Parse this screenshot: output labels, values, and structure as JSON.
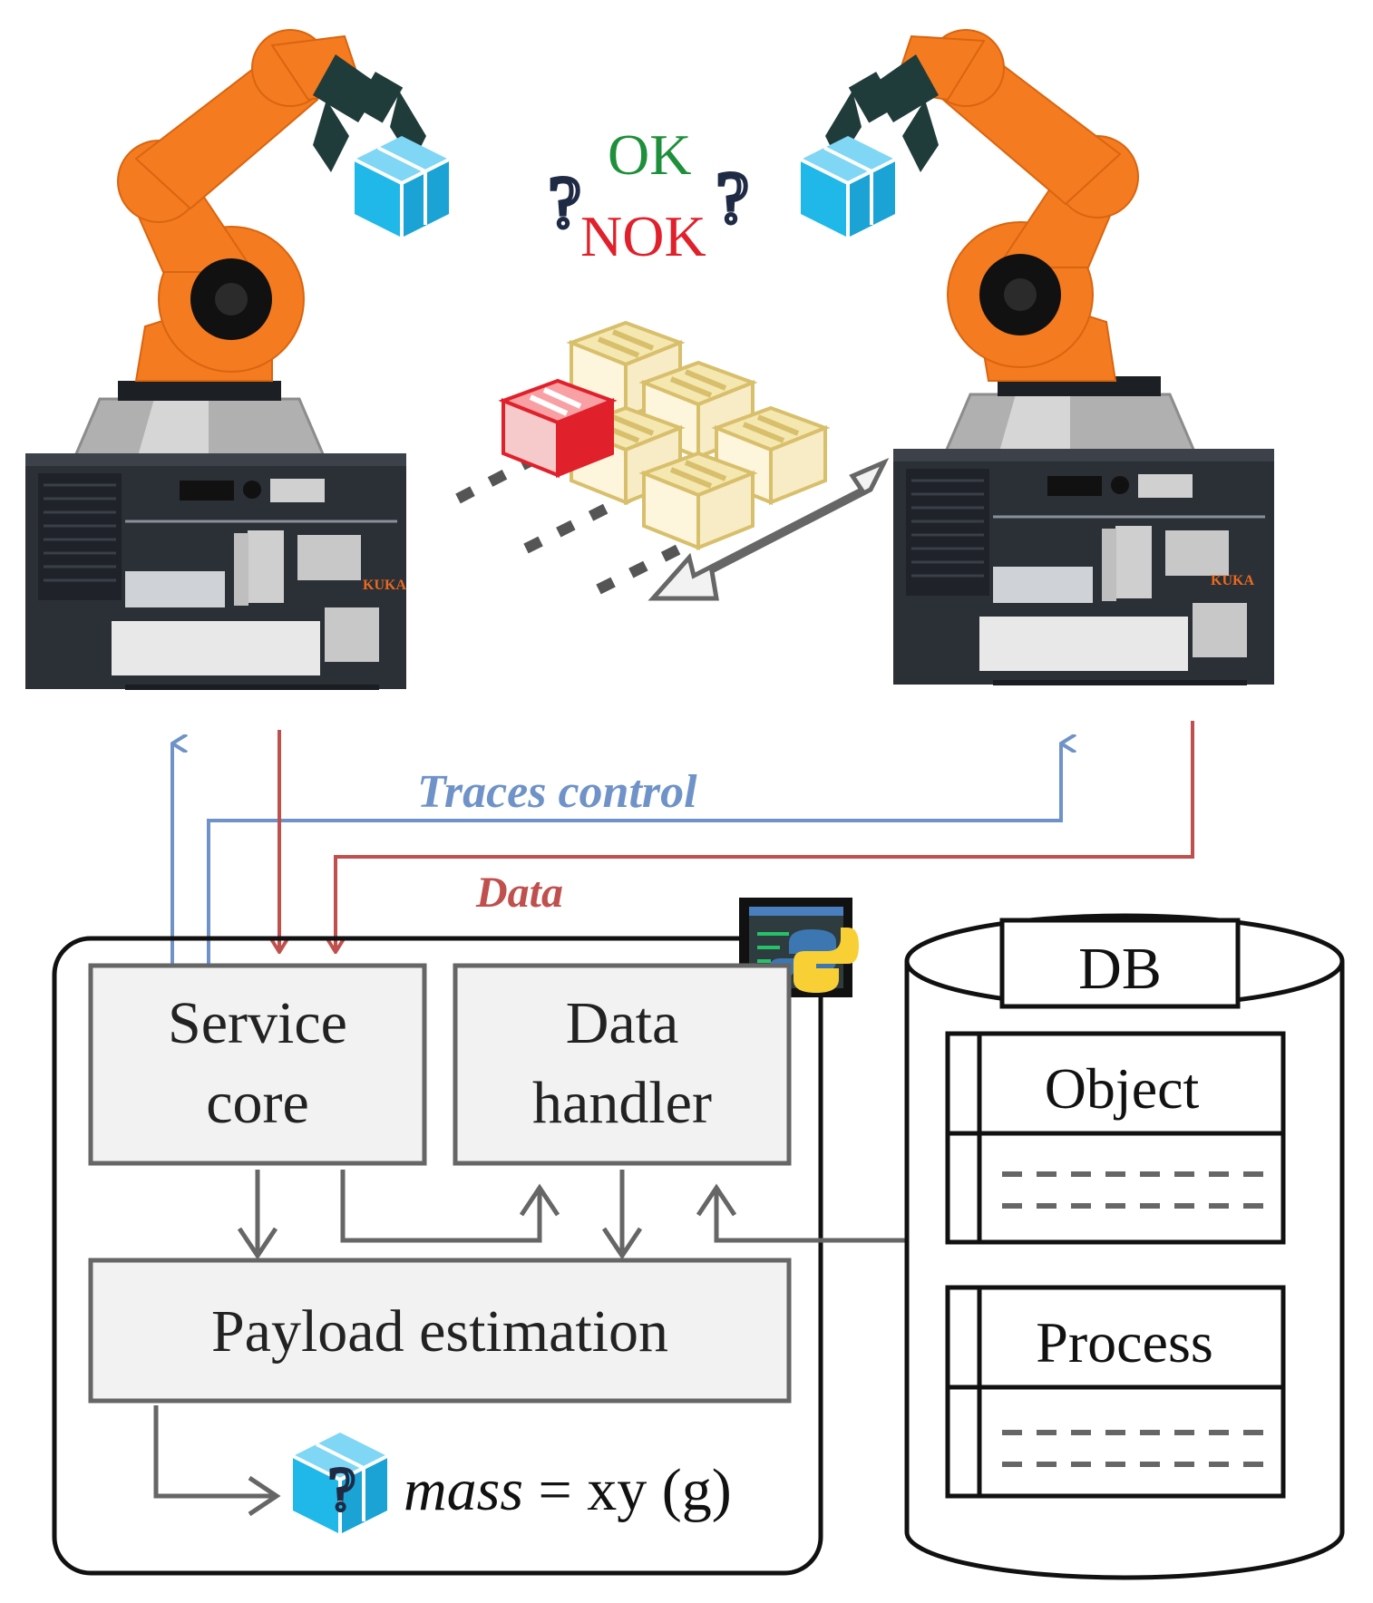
{
  "top": {
    "ok": "OK",
    "nok": "NOK",
    "question_mark": "?"
  },
  "controllers": {
    "brand": "KUKA"
  },
  "arrows": {
    "traces_control": "Traces control",
    "data": "Data"
  },
  "app": {
    "service_core_line1": "Service",
    "service_core_line2": "core",
    "data_handler_line1": "Data",
    "data_handler_line2": "handler",
    "payload_estimation": "Payload estimation",
    "mass_var": "mass",
    "mass_rest": " = xy (g)"
  },
  "db": {
    "title": "DB",
    "tables": [
      {
        "name": "Object"
      },
      {
        "name": "Process"
      }
    ]
  },
  "colors": {
    "robot_orange": "#f47b20",
    "box_blue": "#1fb8e8",
    "trace_blue": "#6f93c8",
    "data_red": "#c0504d",
    "ok_green": "#1e8f3a",
    "nok_red": "#e0202a",
    "block_gray": "#666666",
    "block_fill": "#f2f2f2"
  },
  "icons": [
    "robot-arm-icon",
    "gripper-icon",
    "box-icon",
    "question-icon",
    "controller-cabinet-icon",
    "python-icon",
    "database-icon"
  ]
}
